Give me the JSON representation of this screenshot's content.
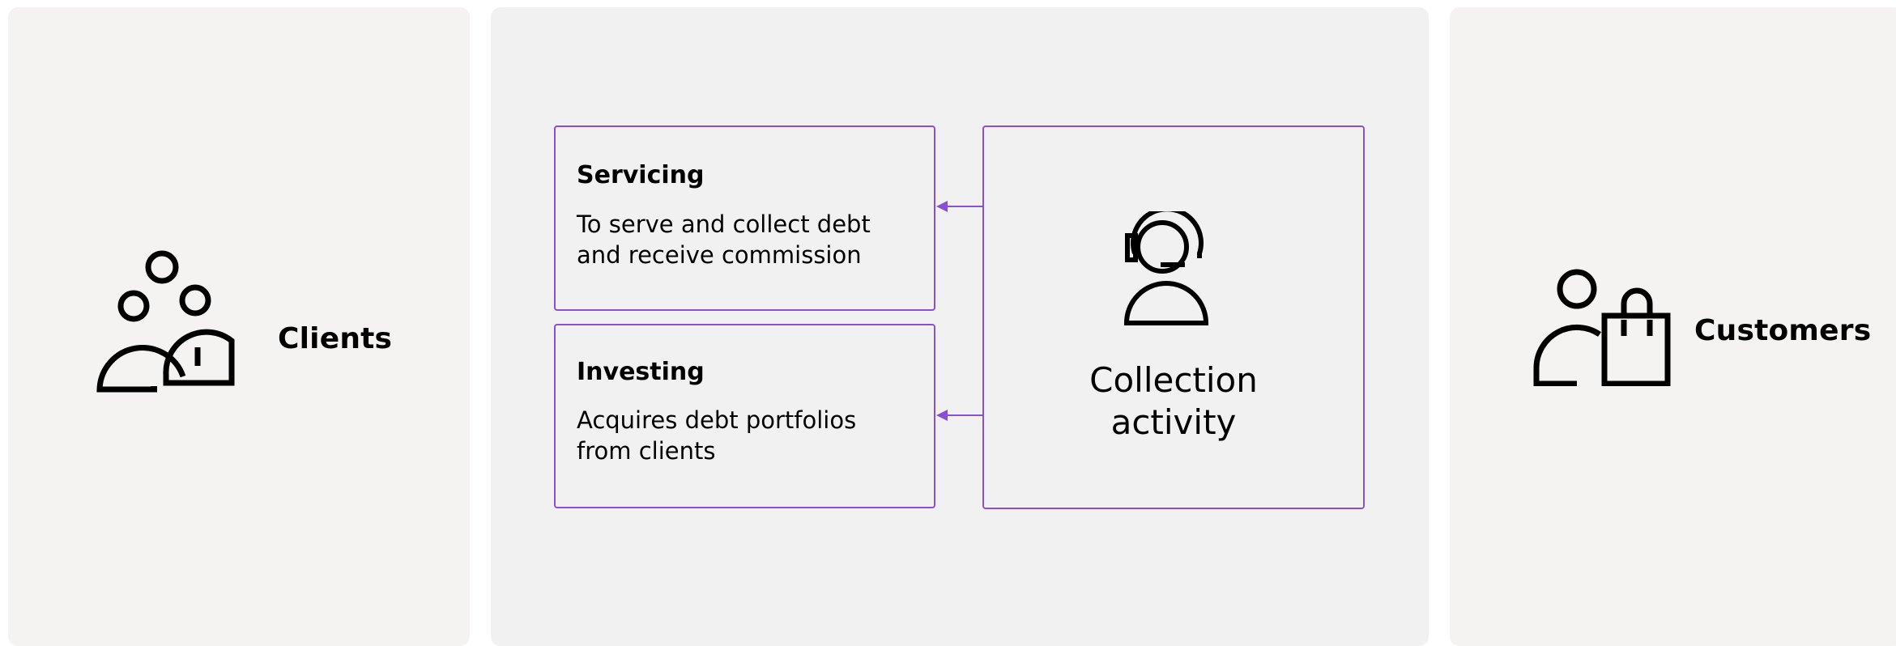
{
  "left_panel": {
    "label": "Clients",
    "icon": "people-group-icon"
  },
  "middle_panel": {
    "servicing": {
      "title": "Servicing",
      "description": "To serve and collect debt\nand receive commission"
    },
    "investing": {
      "title": "Investing",
      "description": "Acquires debt portfolios\nfrom clients"
    },
    "collection": {
      "label": "Collection\nactivity",
      "icon": "headset-agent-icon"
    }
  },
  "right_panel": {
    "label": "Customers",
    "icon": "person-shopping-bag-icon"
  },
  "colors": {
    "accent": "#8a4fd9",
    "panel_bg": "#f4f3f2"
  }
}
